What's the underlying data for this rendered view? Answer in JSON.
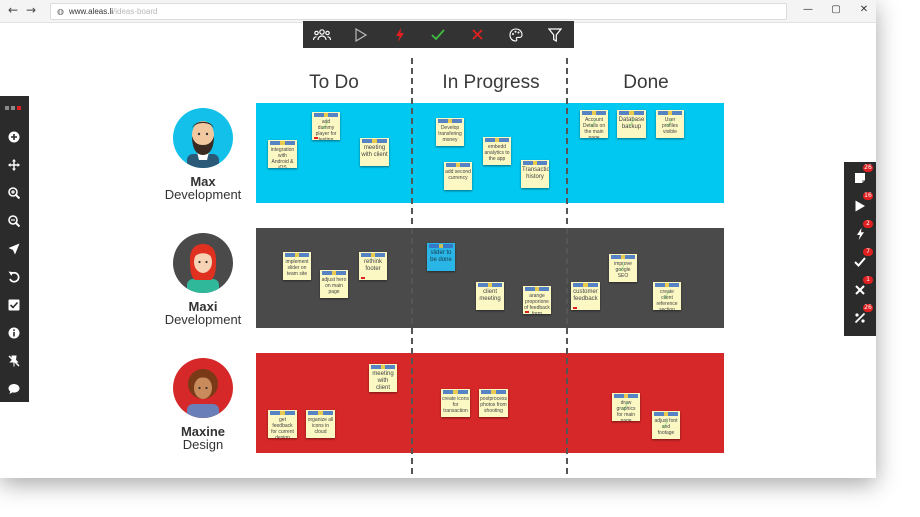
{
  "browser": {
    "back": "←",
    "forward": "→",
    "url_host": "www.aleas.li",
    "url_path": "/ideas-board",
    "minimize": "—",
    "maximize": "▢",
    "close": "✕"
  },
  "top_toolbar": {
    "icons": [
      "team-icon",
      "play-icon",
      "bolt-icon",
      "check-icon",
      "close-icon",
      "palette-icon",
      "filter-icon"
    ],
    "colors": {
      "team": "#ffffff",
      "play": "#bbbbbb",
      "bolt": "#e02020",
      "check": "#3fbf3f",
      "close": "#e02020",
      "palette": "#ffffff",
      "filter": "#ffffff"
    }
  },
  "columns": [
    "To Do",
    "In Progress",
    "Done"
  ],
  "lanes": [
    {
      "name": "Max",
      "role": "Development",
      "color": "#00c8f0"
    },
    {
      "name": "Maxi",
      "role": "Development",
      "color": "#4a4a4a"
    },
    {
      "name": "Maxine",
      "role": "Design",
      "color": "#d62828"
    }
  ],
  "notes": {
    "n1": "integration with Android & iOS",
    "n2": "add dummy player for testing",
    "n3": "meeting with client",
    "n4": "Develop transfering money",
    "n5": "embedd analytics to the app",
    "n6": "add second currency",
    "n7": "Transaction history",
    "n8": "Account Details on the main page",
    "n9": "Database backup",
    "n10": "User profiles visible",
    "n11": "implement slider on team site",
    "n12": "adjust hero on main page",
    "n13": "rethink footer",
    "n14": "slider to be done",
    "n15": "client meeting",
    "n16": "arange proporione of feedback form",
    "n17": "customer feedback",
    "n18": "improve google SEO",
    "n19": "create client reference section",
    "n20": "meeting with client",
    "n21": "get feedback for current design",
    "n22": "organize all icons in cloud",
    "n23": "create icons for transaction",
    "n24": "postprocess photos from shooting",
    "n25": "draw graphics for main page",
    "n26": "adjust font and footage"
  },
  "right_toolbar": {
    "badges": [
      "26",
      "16",
      "2",
      "7",
      "1",
      "26"
    ],
    "icons": [
      "notes-icon",
      "play-icon",
      "bolt-icon",
      "check-icon",
      "close-icon",
      "percent-icon"
    ]
  },
  "left_toolbar": {
    "icons": [
      "add-icon",
      "move-icon",
      "zoom-in-icon",
      "zoom-out-icon",
      "pointer-icon",
      "undo-icon",
      "checkbox-icon",
      "info-icon",
      "pin-off-icon",
      "comment-icon"
    ]
  }
}
